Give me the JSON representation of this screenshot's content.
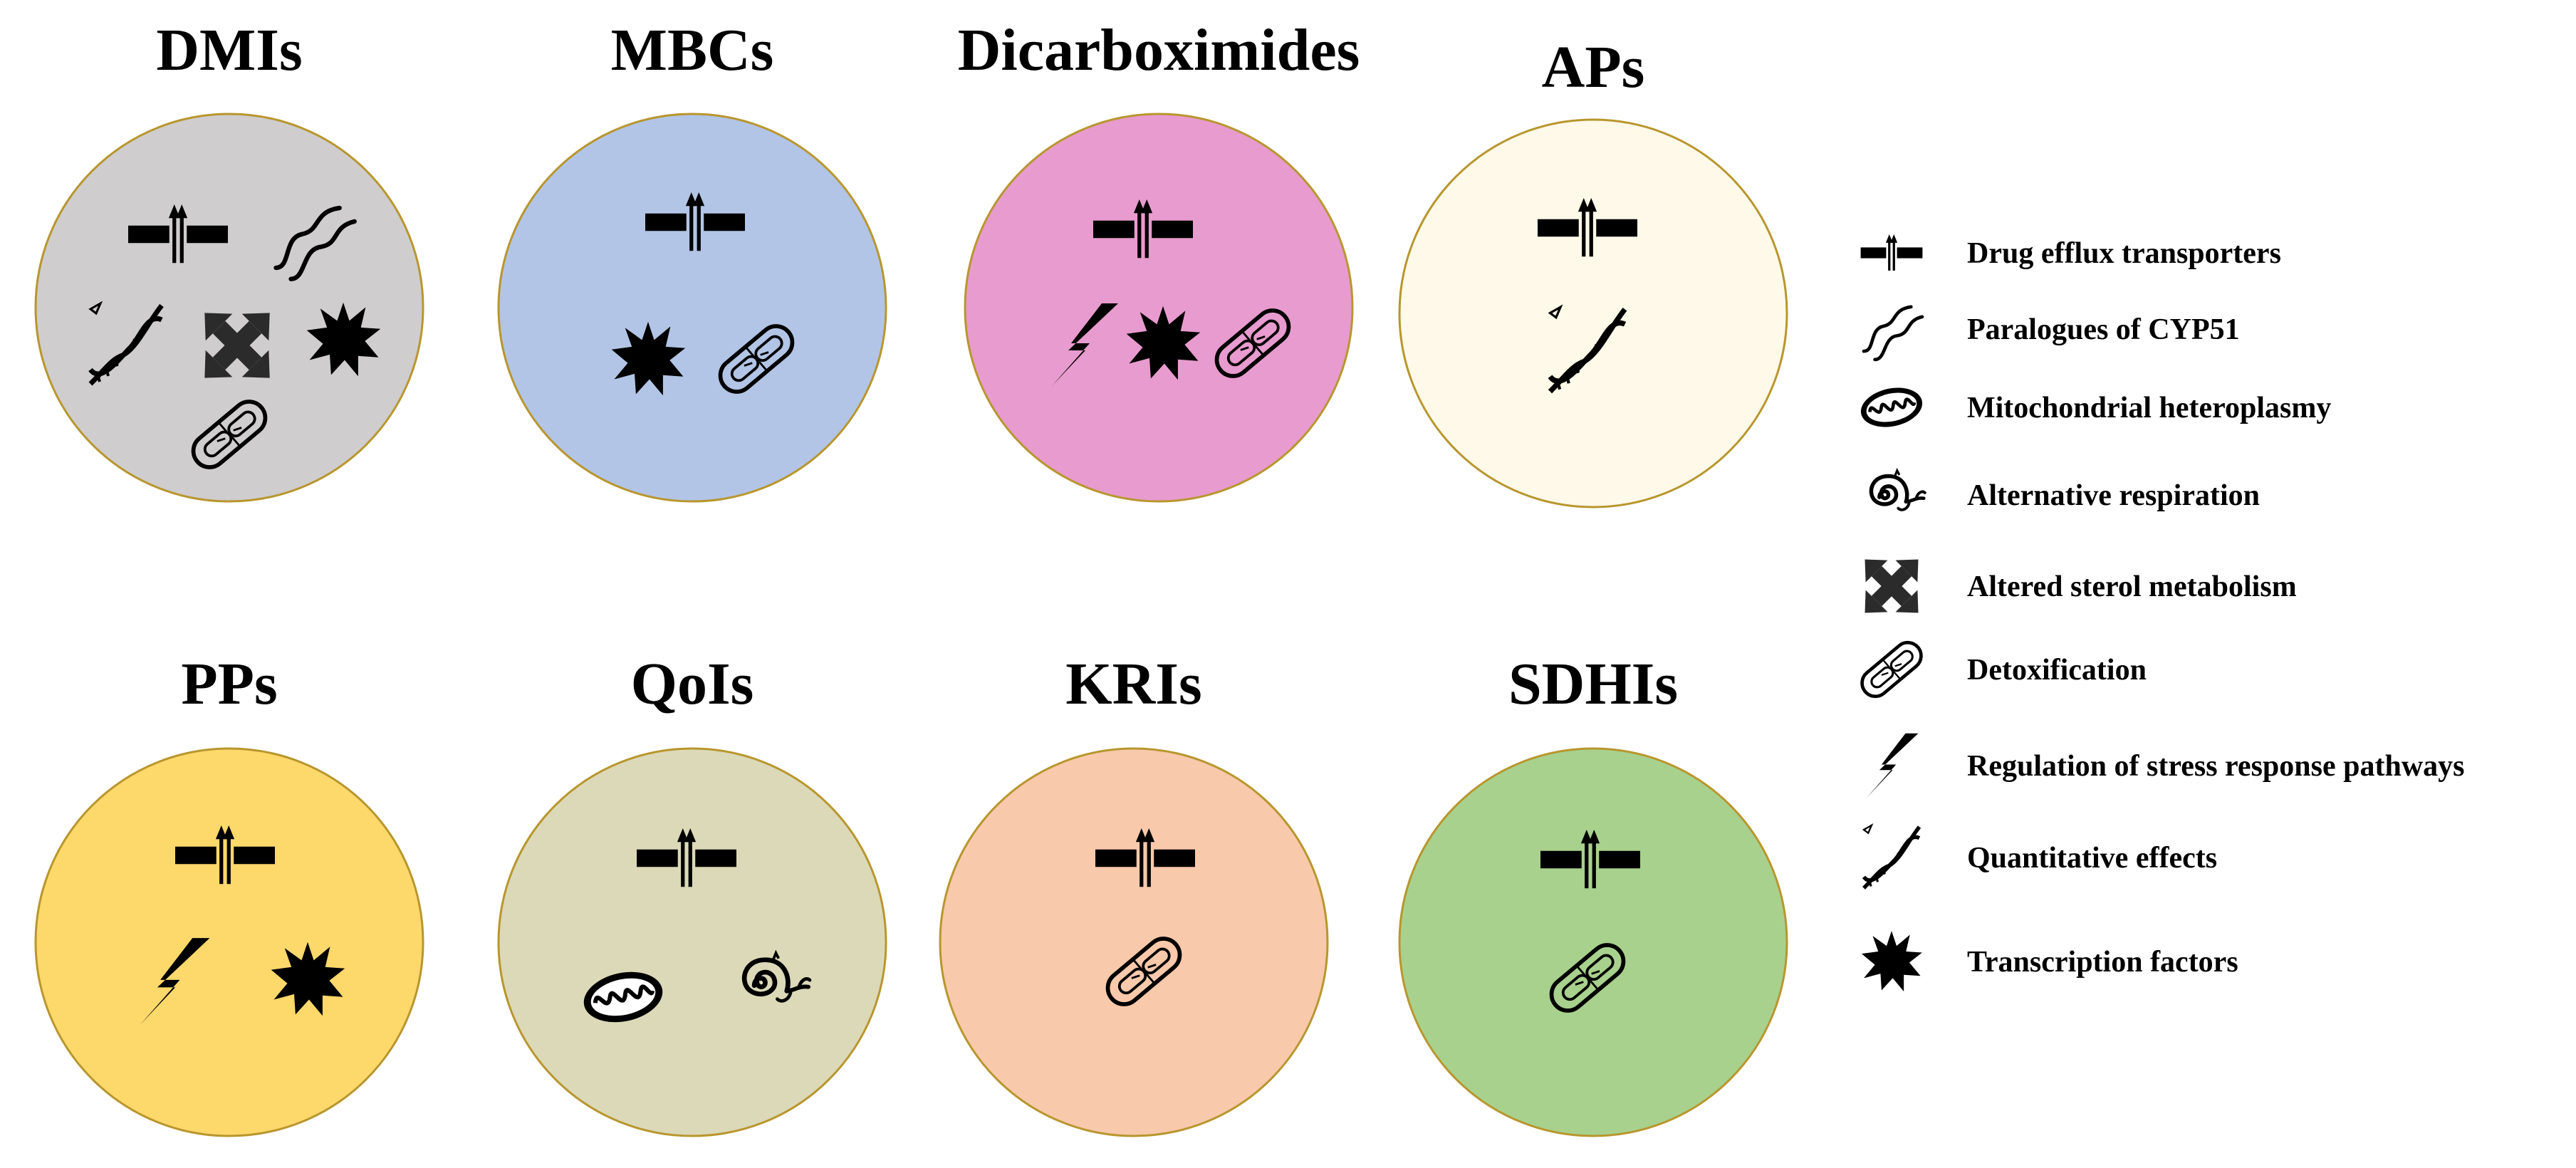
{
  "groups": [
    {
      "title": "DMIs",
      "fill": "#cfcdce",
      "icons": [
        "efflux",
        "paralogue",
        "quantitative",
        "sterol",
        "transcription",
        "detox"
      ]
    },
    {
      "title": "MBCs",
      "fill": "#b2c5e6",
      "icons": [
        "efflux",
        "transcription",
        "detox"
      ]
    },
    {
      "title": "Dicarboximides",
      "fill": "#e89bce",
      "icons": [
        "efflux",
        "stress",
        "transcription",
        "detox"
      ]
    },
    {
      "title": "APs",
      "fill": "#fef9e8",
      "icons": [
        "efflux",
        "quantitative"
      ]
    },
    {
      "title": "PPs",
      "fill": "#fdd86b",
      "icons": [
        "efflux",
        "stress",
        "transcription"
      ]
    },
    {
      "title": "QoIs",
      "fill": "#dcd9b8",
      "icons": [
        "efflux",
        "mito",
        "altresp"
      ]
    },
    {
      "title": "KRIs",
      "fill": "#f8c9ab",
      "icons": [
        "efflux",
        "detox"
      ]
    },
    {
      "title": "SDHIs",
      "fill": "#a8d18d",
      "icons": [
        "efflux",
        "detox"
      ]
    }
  ],
  "legend": [
    {
      "icon": "efflux",
      "label": "Drug efflux transporters"
    },
    {
      "icon": "paralogue",
      "label": "Paralogues of CYP51"
    },
    {
      "icon": "mito",
      "label": "Mitochondrial heteroplasmy"
    },
    {
      "icon": "altresp",
      "label": "Alternative respiration"
    },
    {
      "icon": "sterol",
      "label": "Altered sterol metabolism"
    },
    {
      "icon": "detox",
      "label": "Detoxification"
    },
    {
      "icon": "stress",
      "label": "Regulation of stress response pathways"
    },
    {
      "icon": "quantitative",
      "label": "Quantitative effects"
    },
    {
      "icon": "transcription",
      "label": "Transcription factors"
    }
  ],
  "colors": {
    "circle_stroke": "#b8962e",
    "icon": "#000000"
  }
}
